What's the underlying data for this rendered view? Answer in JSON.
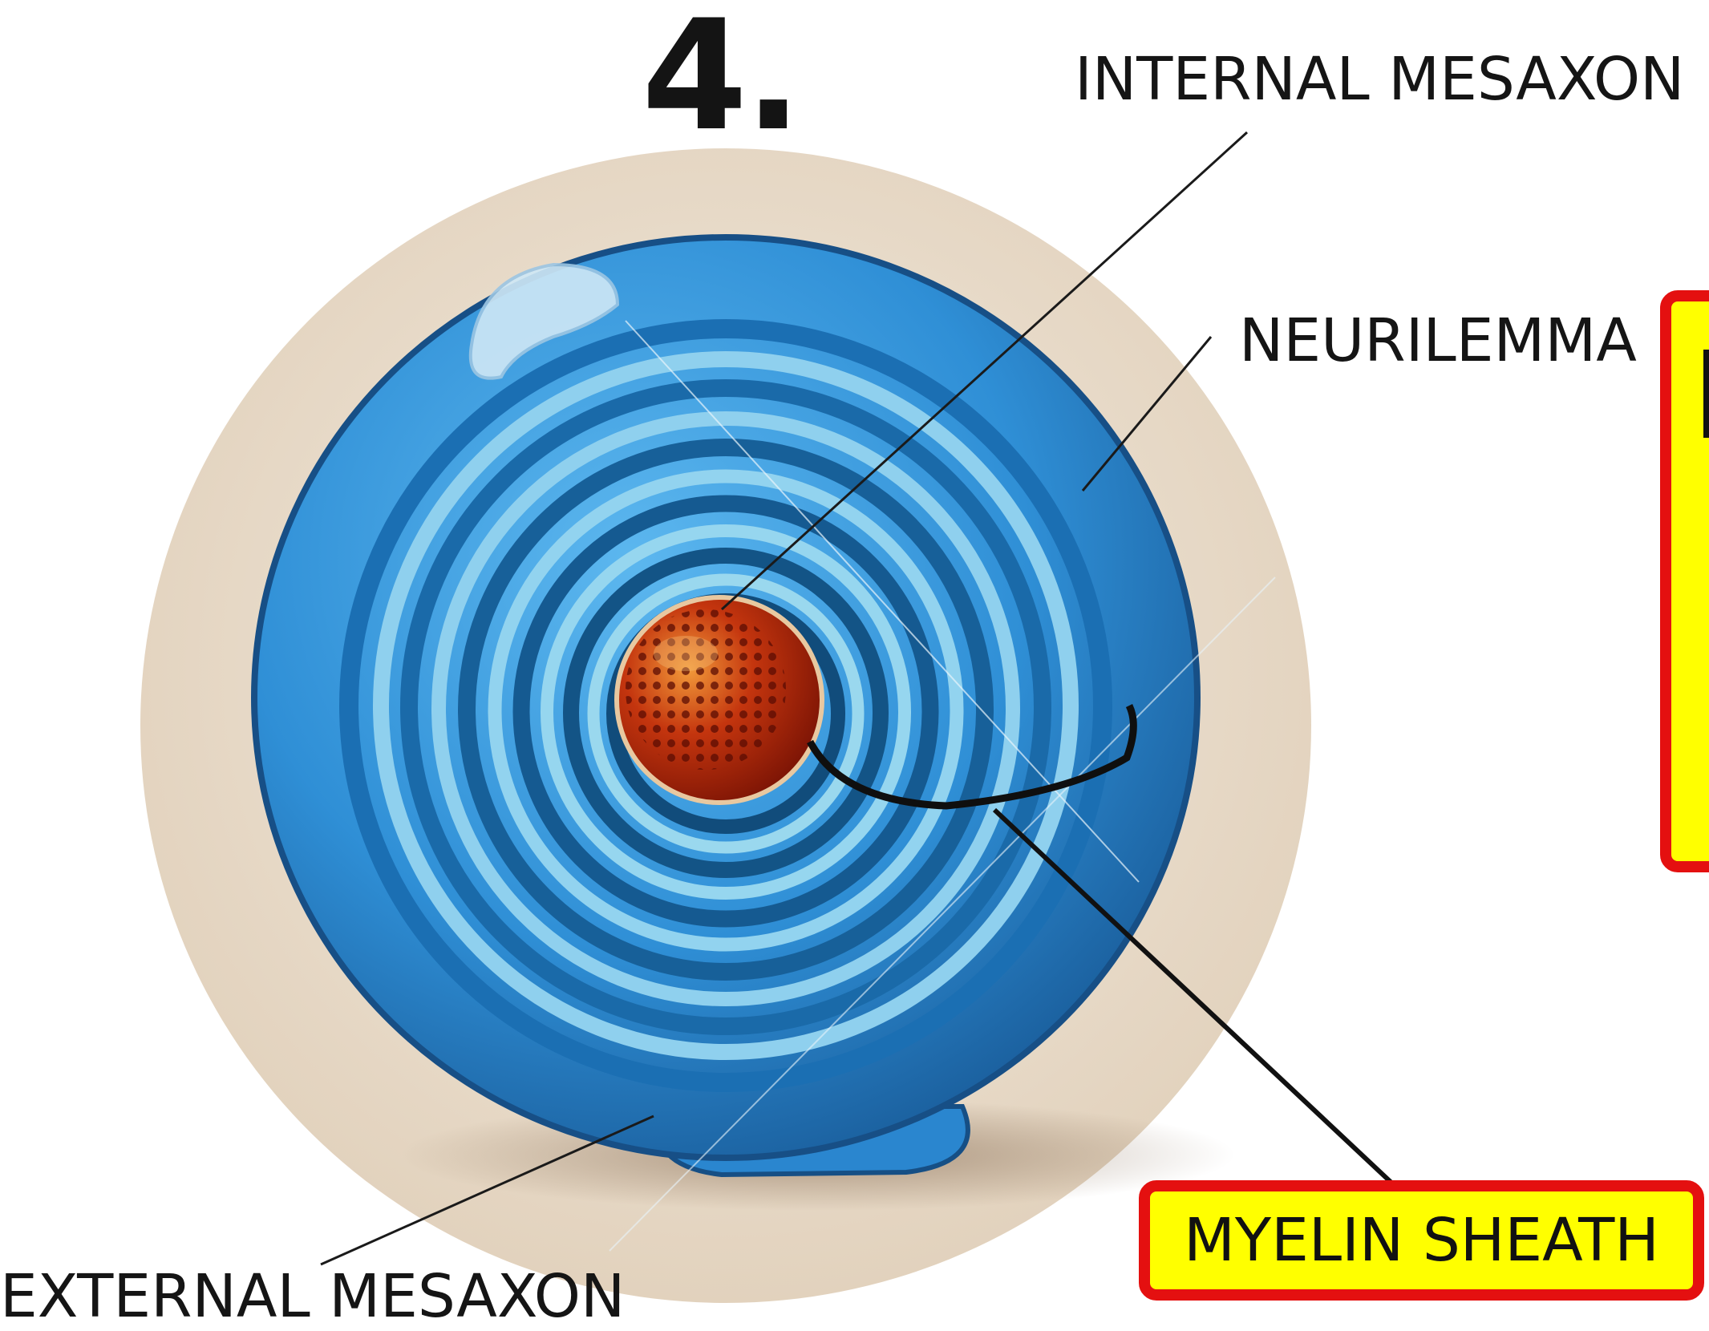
{
  "figure": {
    "panel_number": "4.",
    "labels": {
      "internal_mesaxon": "INTERNAL MESAXON",
      "neurilemma": "NEURILEMMA",
      "external_mesaxon": "EXTERNAL MESAXON",
      "myelin_sheath": "MYELIN SHEATH"
    },
    "colors": {
      "background_disc": "#e9dccb",
      "sheath_blue": "#2f8fd6",
      "sheath_dark": "#1a5e9c",
      "stripe_light": "#8fd0ee",
      "axon_red": "#c4350e",
      "highlight_yellow": "#ffff00",
      "highlight_border": "#e41010"
    }
  }
}
